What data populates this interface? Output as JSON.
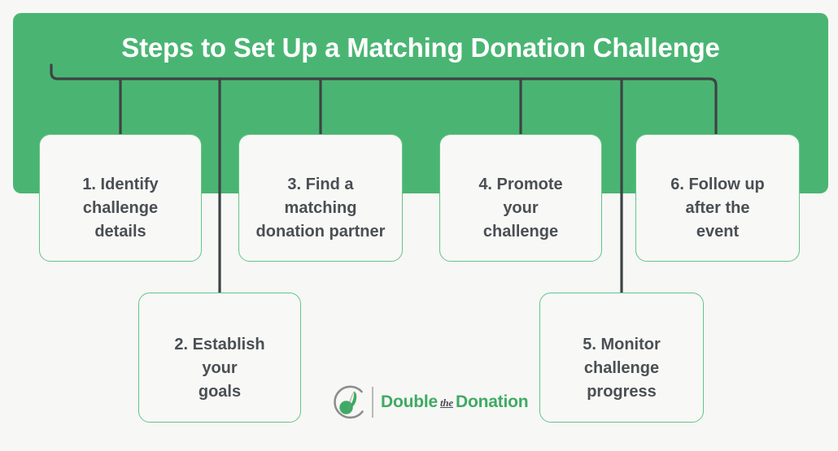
{
  "meta": {
    "title": "Steps to Set Up a Matching Donation Challenge"
  },
  "colors": {
    "brand_green": "#4ab573",
    "card_border_green": "#64c487",
    "text_dark": "#4a4f54",
    "connector_line": "#3d4246",
    "page_background": "#f7f7f5",
    "card_background": "#f8f8f6",
    "logo_green": "#3faa63",
    "logo_ring_gray": "#8d8d8d"
  },
  "banner": {
    "title": "Steps to Set Up a Matching Donation Challenge"
  },
  "steps": [
    {
      "number": "1.",
      "text": "1. Identify\nchallenge\ndetails",
      "name": "step-1-identify-challenge-details"
    },
    {
      "number": "2.",
      "text": "2. Establish\nyour\ngoals",
      "name": "step-2-establish-your-goals"
    },
    {
      "number": "3.",
      "text": "3. Find a\nmatching\ndonation partner",
      "name": "step-3-find-matching-donation-partner"
    },
    {
      "number": "4.",
      "text": "4. Promote\nyour\nchallenge",
      "name": "step-4-promote-your-challenge"
    },
    {
      "number": "5.",
      "text": "5. Monitor\nchallenge\nprogress",
      "name": "step-5-monitor-challenge-progress"
    },
    {
      "number": "6.",
      "text": "6. Follow up\nafter the\nevent",
      "name": "step-6-follow-up-after-the-event"
    }
  ],
  "cards": {
    "card1": "1. Identify\nchallenge\ndetails",
    "card2": "2. Establish\nyour\ngoals",
    "card3": "3. Find a\nmatching\ndonation partner",
    "card4": "4. Promote\nyour\nchallenge",
    "card5": "5. Monitor\nchallenge\nprogress",
    "card6": "6. Follow up\nafter the\nevent"
  },
  "logo": {
    "word_one": "Double",
    "word_the": "the",
    "word_two": "Donation",
    "full_text": "Double the Donation"
  }
}
